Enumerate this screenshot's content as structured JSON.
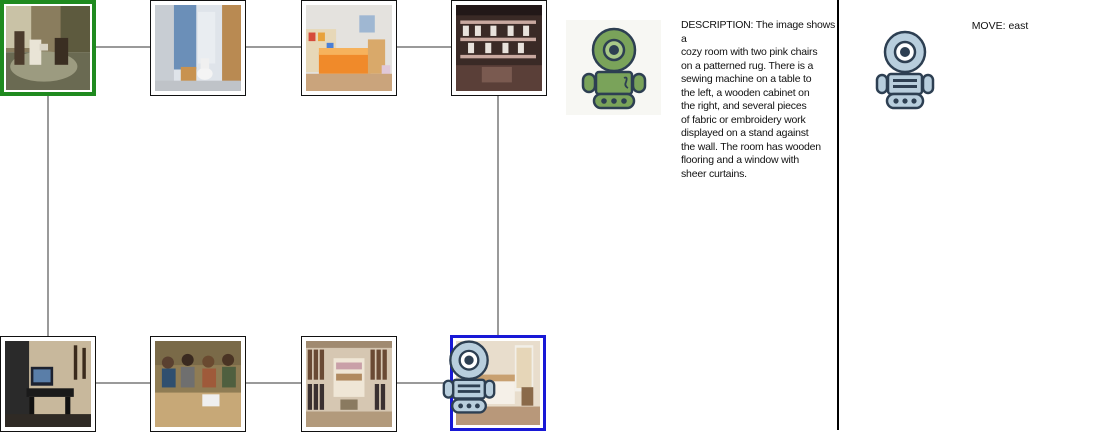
{
  "rooms": [
    {
      "id": "living-room",
      "state": "start"
    },
    {
      "id": "bathroom",
      "state": "normal"
    },
    {
      "id": "bedroom",
      "state": "normal"
    },
    {
      "id": "shop",
      "state": "normal"
    },
    {
      "id": "studio",
      "state": "normal"
    },
    {
      "id": "classroom",
      "state": "normal"
    },
    {
      "id": "closet",
      "state": "normal"
    },
    {
      "id": "hotel-room",
      "state": "current"
    }
  ],
  "colors": {
    "start_border": "#1f8a1f",
    "current_border": "#1818d6",
    "edge": "#9a9a9a",
    "green_robot": "#7aa35a",
    "blue_robot": "#b8cedd"
  },
  "description_text": "DESCRIPTION: The image shows a\ncozy room with two pink chairs\non a patterned rug. There is a\nsewing machine on a table to\nthe left, a wooden cabinet on\nthe right, and several pieces\nof fabric or embroidery work\ndisplayed on a stand against\nthe wall. The room has wooden\nflooring and a window with\nsheer curtains.",
  "move_text": "MOVE: east"
}
